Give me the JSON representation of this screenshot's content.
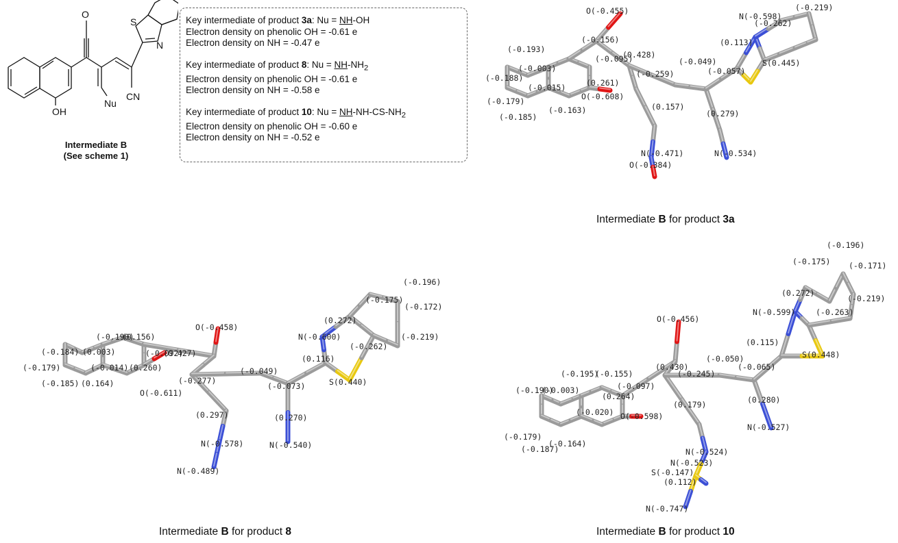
{
  "scheme": {
    "atoms": {
      "O": "O",
      "S": "S",
      "N": "N",
      "OH": "OH",
      "Nu": "Nu",
      "CN": "CN"
    },
    "caption_line1": "Intermediate B",
    "caption_line2": "(See scheme 1)"
  },
  "info_box": [
    {
      "intro": "Key intermediate of product ",
      "product": "3a",
      "nu_pre": ": Nu = ",
      "nh": "NH",
      "nu_rest": "-OH",
      "oh_line": "Electron density on phenolic OH = -0.61 e",
      "nh_line": "Electron density on NH = -0.47 e"
    },
    {
      "intro": "Key intermediate of product ",
      "product": "8",
      "nu_pre": ": Nu = ",
      "nh": "NH",
      "nu_rest": "-NH",
      "sub": "2",
      "oh_line": "Electron density on phenolic OH = -0.61 e",
      "nh_line": "Electron density on NH = -0.58 e"
    },
    {
      "intro": "Key intermediate of product ",
      "product": "10",
      "nu_pre": ": Nu = ",
      "nh": "NH",
      "nu_rest": "-NH-CS-NH",
      "sub": "2",
      "oh_line": "Electron density on phenolic OH = -0.60 e",
      "nh_line": "Electron density on NH = -0.52 e"
    }
  ],
  "panels": [
    {
      "caption_pre": "Intermediate ",
      "caption_bold": "B",
      "caption_mid": " for product ",
      "caption_num": "3a",
      "labels": [
        "O(-0.455)",
        "(0.428)",
        "(-0.095)",
        "(-0.156)",
        "(-0.193)",
        "(-0.003)",
        "(-0.188)",
        "(-0.015)",
        "(-0.179)",
        "(-0.185)",
        "(-0.163)",
        "(0.261)",
        "O(-0.608)",
        "(-0.259)",
        "(-0.049)",
        "(-0.057)",
        "(0.113)",
        "N(-0.598)",
        "(-0.262)",
        "(-0.219)",
        "S(0.445)",
        "(0.157)",
        "(0.279)",
        "N(-0.471)",
        "N(-0.534)",
        "O(-0.384)"
      ]
    },
    {
      "caption_pre": "Intermediate ",
      "caption_bold": "B",
      "caption_mid": " for product ",
      "caption_num": "8",
      "labels": [
        "O(-0.458)",
        "(-0.190)",
        "(0.156)",
        "(-0.184)",
        "(0.003)",
        "(-0.092)",
        "(0.427)",
        "(-0.179)",
        "(-0.014)",
        "(0.260)",
        "(-0.185)",
        "(0.164)",
        "O(-0.611)",
        "(-0.277)",
        "(-0.049)",
        "(-0.073)",
        "(0.116)",
        "N(-0.600)",
        "(0.272)",
        "(-0.262)",
        "(-0.175)",
        "(-0.196)",
        "(-0.172)",
        "(-0.219)",
        "S(0.440)",
        "(0.297)",
        "(0.270)",
        "N(-0.578)",
        "N(-0.540)",
        "N(-0.489)"
      ]
    },
    {
      "caption_pre": "Intermediate ",
      "caption_bold": "B",
      "caption_mid": " for product ",
      "caption_num": "10",
      "labels": [
        "O(-0.456)",
        "(-0.195)",
        "(-0.155)",
        "(-0.097)",
        "(0.430)",
        "(-0.190)",
        "(-0.003)",
        "(0.264)",
        "(-0.020)",
        "O(-0.598)",
        "(-0.179)",
        "(-0.187)",
        "(-0.164)",
        "(-0.245)",
        "(-0.050)",
        "(-0.065)",
        "(0.115)",
        "N(-0.599)",
        "(0.272)",
        "(-0.263)",
        "S(0.448)",
        "(-0.175)",
        "(-0.196)",
        "(-0.171)",
        "(-0.219)",
        "(0.179)",
        "(0.280)",
        "N(-0.524)",
        "N(-0.527)",
        "N(-0.523)",
        "S(-0.147)",
        "(0.112)",
        "N(-0.747)"
      ]
    }
  ]
}
